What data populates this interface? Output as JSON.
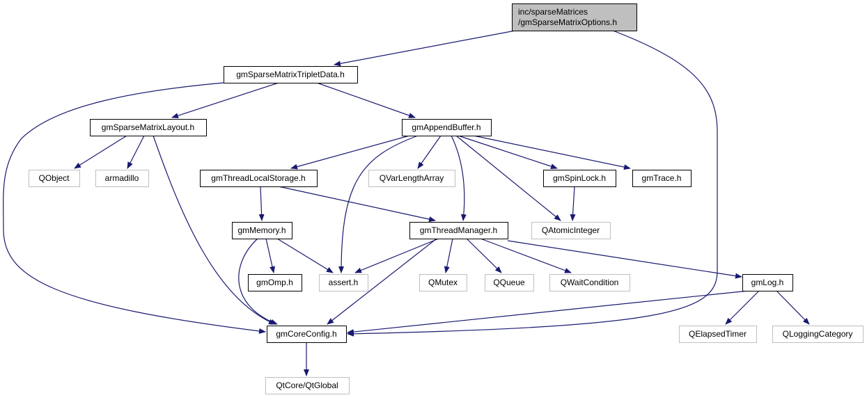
{
  "diagram": {
    "colors": {
      "edge": "#191970",
      "root_fill": "#bfbfbf",
      "root_border": "#000000",
      "local_border": "#000000",
      "external_border": "#bfbfbf",
      "text": "#000000"
    },
    "nodes": [
      {
        "id": "root",
        "lines": [
          "inc/sparseMatrices",
          "/gmSparseMatrixOptions.h"
        ],
        "kind": "root"
      },
      {
        "id": "triplet",
        "lines": [
          "gmSparseMatrixTripletData.h"
        ],
        "kind": "local"
      },
      {
        "id": "layout",
        "lines": [
          "gmSparseMatrixLayout.h"
        ],
        "kind": "local"
      },
      {
        "id": "append",
        "lines": [
          "gmAppendBuffer.h"
        ],
        "kind": "local"
      },
      {
        "id": "qobject",
        "lines": [
          "QObject"
        ],
        "kind": "external"
      },
      {
        "id": "armadillo",
        "lines": [
          "armadillo"
        ],
        "kind": "external"
      },
      {
        "id": "tls",
        "lines": [
          "gmThreadLocalStorage.h"
        ],
        "kind": "local"
      },
      {
        "id": "qvarlen",
        "lines": [
          "QVarLengthArray"
        ],
        "kind": "external"
      },
      {
        "id": "spinlock",
        "lines": [
          "gmSpinLock.h"
        ],
        "kind": "local"
      },
      {
        "id": "trace",
        "lines": [
          "gmTrace.h"
        ],
        "kind": "local"
      },
      {
        "id": "memory",
        "lines": [
          "gmMemory.h"
        ],
        "kind": "local"
      },
      {
        "id": "threadmgr",
        "lines": [
          "gmThreadManager.h"
        ],
        "kind": "local"
      },
      {
        "id": "qatomic",
        "lines": [
          "QAtomicInteger"
        ],
        "kind": "external"
      },
      {
        "id": "omp",
        "lines": [
          "gmOmp.h"
        ],
        "kind": "local"
      },
      {
        "id": "assert",
        "lines": [
          "assert.h"
        ],
        "kind": "external"
      },
      {
        "id": "qmutex",
        "lines": [
          "QMutex"
        ],
        "kind": "external"
      },
      {
        "id": "qqueue",
        "lines": [
          "QQueue"
        ],
        "kind": "external"
      },
      {
        "id": "qwait",
        "lines": [
          "QWaitCondition"
        ],
        "kind": "external"
      },
      {
        "id": "log",
        "lines": [
          "gmLog.h"
        ],
        "kind": "local"
      },
      {
        "id": "coreconfig",
        "lines": [
          "gmCoreConfig.h"
        ],
        "kind": "local"
      },
      {
        "id": "qelapsed",
        "lines": [
          "QElapsedTimer"
        ],
        "kind": "external"
      },
      {
        "id": "qlogcat",
        "lines": [
          "QLoggingCategory"
        ],
        "kind": "external"
      },
      {
        "id": "qtglobal",
        "lines": [
          "QtCore/QtGlobal"
        ],
        "kind": "external"
      }
    ],
    "edges": [
      {
        "from": "root",
        "to": "triplet"
      },
      {
        "from": "root",
        "to": "coreconfig"
      },
      {
        "from": "triplet",
        "to": "layout"
      },
      {
        "from": "triplet",
        "to": "append"
      },
      {
        "from": "triplet",
        "to": "coreconfig"
      },
      {
        "from": "layout",
        "to": "qobject"
      },
      {
        "from": "layout",
        "to": "armadillo"
      },
      {
        "from": "layout",
        "to": "coreconfig"
      },
      {
        "from": "append",
        "to": "tls"
      },
      {
        "from": "append",
        "to": "qvarlen"
      },
      {
        "from": "append",
        "to": "spinlock"
      },
      {
        "from": "append",
        "to": "trace"
      },
      {
        "from": "append",
        "to": "threadmgr"
      },
      {
        "from": "append",
        "to": "qatomic"
      },
      {
        "from": "append",
        "to": "assert"
      },
      {
        "from": "tls",
        "to": "memory"
      },
      {
        "from": "tls",
        "to": "threadmgr"
      },
      {
        "from": "spinlock",
        "to": "qatomic"
      },
      {
        "from": "memory",
        "to": "omp"
      },
      {
        "from": "memory",
        "to": "assert"
      },
      {
        "from": "memory",
        "to": "coreconfig"
      },
      {
        "from": "threadmgr",
        "to": "assert"
      },
      {
        "from": "threadmgr",
        "to": "qmutex"
      },
      {
        "from": "threadmgr",
        "to": "qqueue"
      },
      {
        "from": "threadmgr",
        "to": "qwait"
      },
      {
        "from": "threadmgr",
        "to": "log"
      },
      {
        "from": "threadmgr",
        "to": "coreconfig"
      },
      {
        "from": "log",
        "to": "qelapsed"
      },
      {
        "from": "log",
        "to": "qlogcat"
      },
      {
        "from": "log",
        "to": "coreconfig"
      },
      {
        "from": "coreconfig",
        "to": "qtglobal"
      }
    ]
  }
}
